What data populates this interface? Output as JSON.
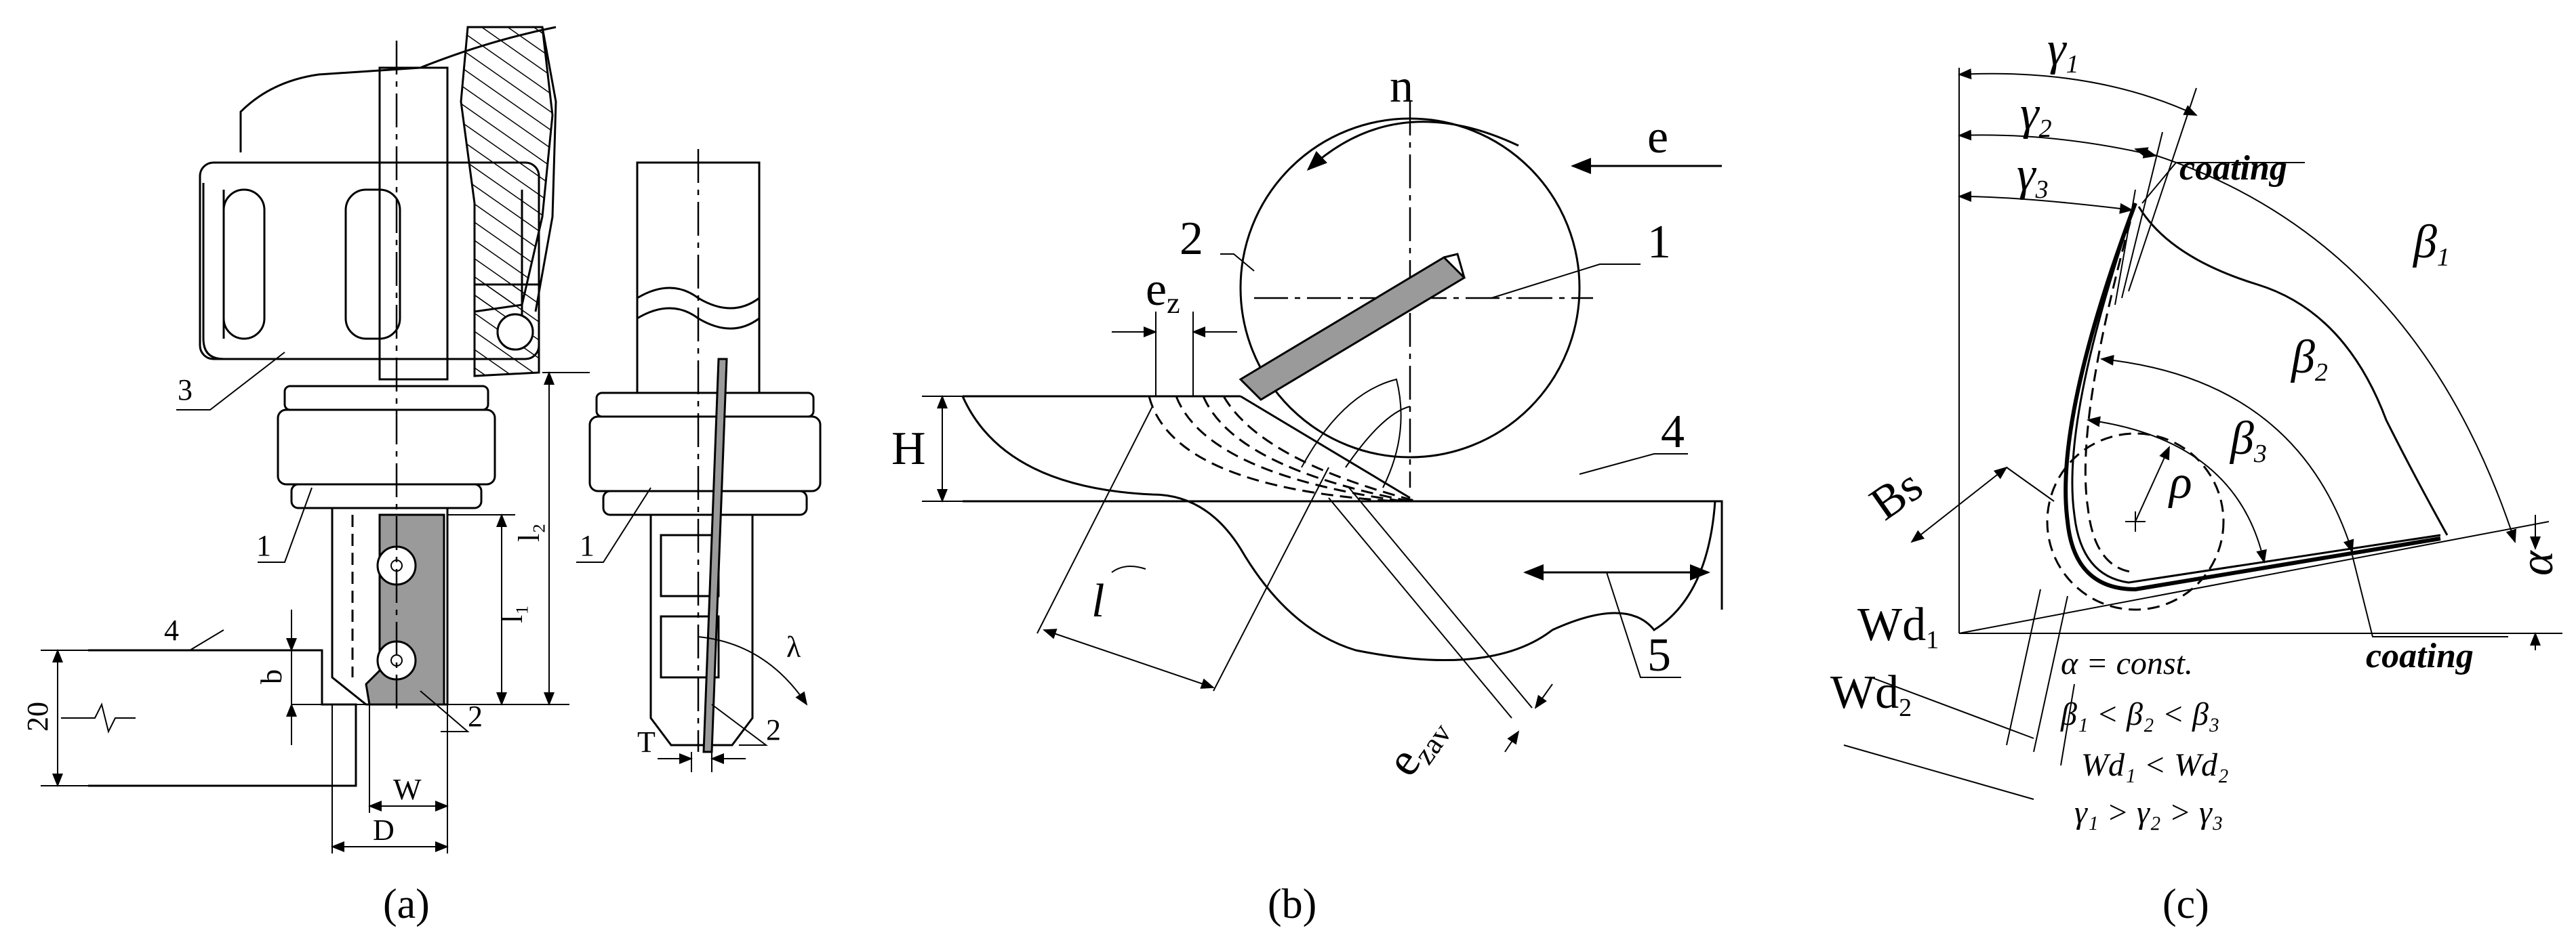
{
  "panels": [
    {
      "caption": "(a)",
      "labels": {
        "p1": "1",
        "p2": "2",
        "p3": "3",
        "p4": "4",
        "b": "b",
        "twenty": "20",
        "W": "W",
        "D": "D",
        "l1": "l₁",
        "l2": "l₂",
        "T": "T",
        "lambda": "λ",
        "p1b": "1",
        "p2b": "2"
      }
    },
    {
      "caption": "(b)",
      "labels": {
        "n": "n",
        "e": "e",
        "p1": "1",
        "p2": "2",
        "p4": "4",
        "p5": "5",
        "H": "H",
        "ez": "e",
        "ez_sub": "z",
        "l": "l",
        "ezav": "e",
        "ezav_sub": "zav"
      }
    },
    {
      "caption": "(c)",
      "labels": {
        "g1": "γ",
        "g1_sub": "1",
        "g2": "γ",
        "g2_sub": "2",
        "g3": "γ",
        "g3_sub": "3",
        "b1": "β",
        "b1_sub": "1",
        "b2": "β",
        "b2_sub": "2",
        "b3": "β",
        "b3_sub": "3",
        "rho": "ρ",
        "alpha": "α",
        "bs": "Bs",
        "wd1": "Wd",
        "wd1_sub": "1",
        "wd2": "Wd",
        "wd2_sub": "2",
        "coating_top": "coating",
        "coating_bottom": "coating"
      },
      "formulas": [
        "α = const.",
        "β₁ < β₂ < β₃",
        "Wd₁ < Wd₂",
        "γ₁ > γ₂ > γ₃"
      ]
    }
  ]
}
